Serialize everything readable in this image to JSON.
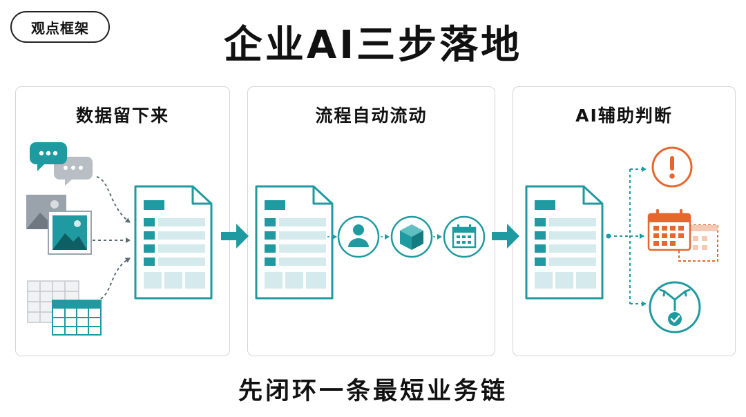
{
  "tag": {
    "label": "观点框架"
  },
  "title": "企业AI三步落地",
  "panels": [
    {
      "title": "数据留下来"
    },
    {
      "title": "流程自动流动"
    },
    {
      "title": "AI辅助判断"
    }
  ],
  "footer": "先闭环一条最短业务链",
  "colors": {
    "teal": "#1e9aa0",
    "teal_light": "#d4eaec",
    "orange": "#e5672f",
    "gray": "#9aa3ab",
    "border": "#d4d4d4"
  },
  "icons": {
    "panel1": [
      "chat-bubble-icon",
      "image-icon",
      "spreadsheet-icon",
      "document-icon"
    ],
    "panel2": [
      "document-icon",
      "user-icon",
      "package-icon",
      "calendar-icon"
    ],
    "panel3": [
      "document-icon",
      "alert-icon",
      "calendar-icon",
      "decision-check-icon"
    ]
  }
}
